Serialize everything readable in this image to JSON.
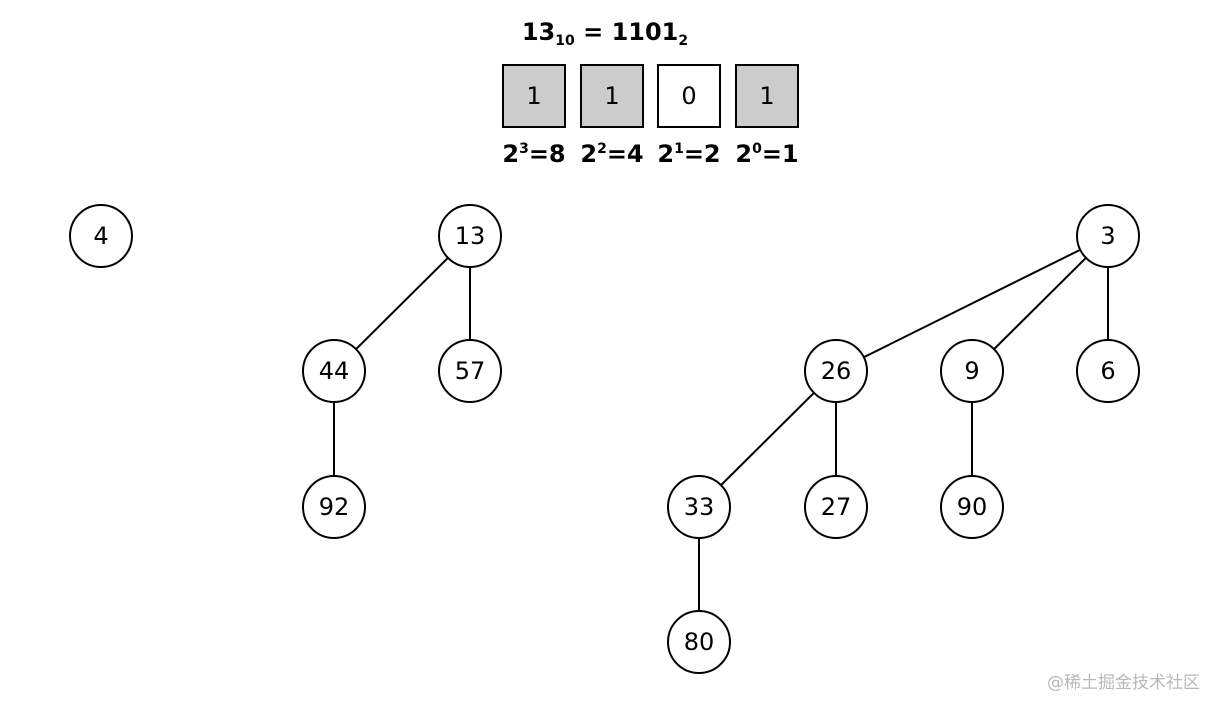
{
  "header": {
    "decimal": "13",
    "decimal_base": "10",
    "equals": "=",
    "binary": "1101",
    "binary_base": "2"
  },
  "bits": [
    {
      "value": "1",
      "set": true,
      "base": "2",
      "exp": "3",
      "result": "=8"
    },
    {
      "value": "1",
      "set": true,
      "base": "2",
      "exp": "2",
      "result": "=4"
    },
    {
      "value": "0",
      "set": false,
      "base": "2",
      "exp": "1",
      "result": "=2"
    },
    {
      "value": "1",
      "set": true,
      "base": "2",
      "exp": "0",
      "result": "=1"
    }
  ],
  "nodes": [
    {
      "id": "n4",
      "label": "4"
    },
    {
      "id": "n13",
      "label": "13"
    },
    {
      "id": "n44",
      "label": "44"
    },
    {
      "id": "n57",
      "label": "57"
    },
    {
      "id": "n92",
      "label": "92"
    },
    {
      "id": "n3",
      "label": "3"
    },
    {
      "id": "n26",
      "label": "26"
    },
    {
      "id": "n9",
      "label": "9"
    },
    {
      "id": "n6",
      "label": "6"
    },
    {
      "id": "n33",
      "label": "33"
    },
    {
      "id": "n27",
      "label": "27"
    },
    {
      "id": "n90",
      "label": "90"
    },
    {
      "id": "n80",
      "label": "80"
    }
  ],
  "edges": [
    [
      "n13",
      "n44"
    ],
    [
      "n13",
      "n57"
    ],
    [
      "n44",
      "n92"
    ],
    [
      "n3",
      "n26"
    ],
    [
      "n3",
      "n9"
    ],
    [
      "n3",
      "n6"
    ],
    [
      "n26",
      "n33"
    ],
    [
      "n26",
      "n27"
    ],
    [
      "n9",
      "n90"
    ],
    [
      "n33",
      "n80"
    ]
  ],
  "watermark": "@稀土掘金技术社区"
}
